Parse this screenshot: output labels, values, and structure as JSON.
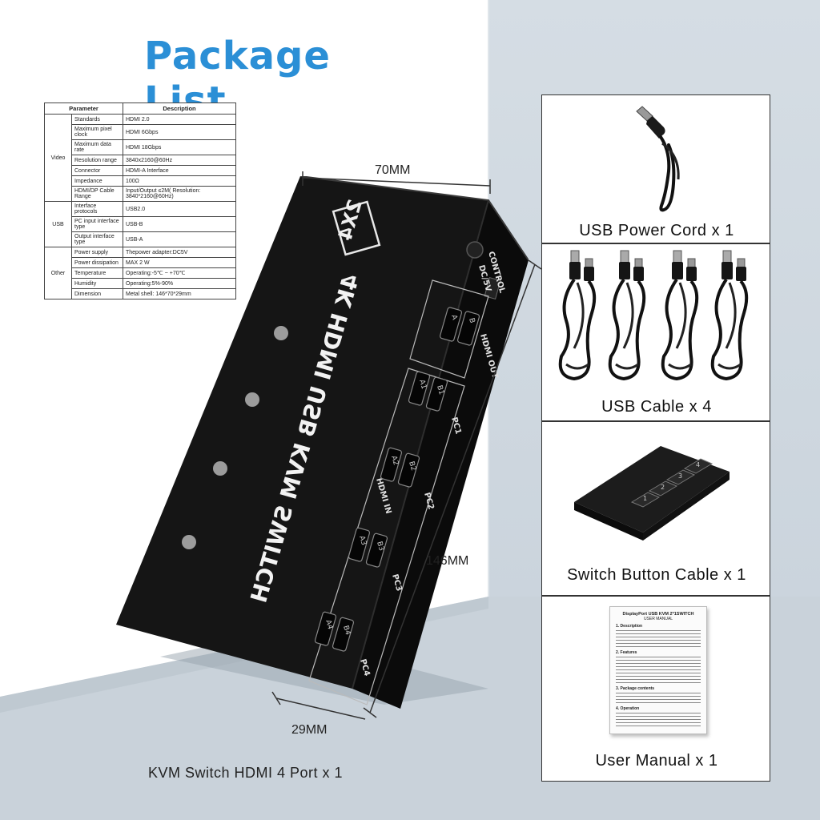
{
  "title": "Package List",
  "spec_table": {
    "headers": [
      "Parameter",
      "Description"
    ],
    "groups": [
      {
        "name": "Video",
        "rows": [
          [
            "Standards",
            "HDMI 2.0"
          ],
          [
            "Maximum pixel clock",
            "HDMI 6Gbps"
          ],
          [
            "Maximum data rate",
            "HDMI 18Gbps"
          ],
          [
            "Resolution range",
            "3840x2160@60Hz"
          ],
          [
            "Connector",
            "HDMI-A      Interface"
          ],
          [
            "Impedance",
            "100Ω"
          ],
          [
            "HDMI/DP Cable Range",
            "Input/Output ≤2M( Resolution: 3840*2160@60Hz)"
          ]
        ]
      },
      {
        "name": "USB",
        "rows": [
          [
            "Interface protocols",
            "USB2.0"
          ],
          [
            "PC input interface type",
            "USB-B"
          ],
          [
            "Output interface type",
            "USB-A"
          ]
        ]
      },
      {
        "name": "Other",
        "rows": [
          [
            "Power supply",
            "Thepower adapter:DC5V"
          ],
          [
            "Power dissipation",
            "MAX 2 W"
          ],
          [
            "Temperature",
            "Operating:-5℃ ~ +70℃"
          ],
          [
            "Humidity",
            "Operating:5%-90%"
          ],
          [
            "Dimension",
            "Metal shell: 146*70*29mm"
          ]
        ]
      }
    ]
  },
  "device": {
    "label_main": "4K HDMI USB KVM SWITCH",
    "label_badge": "2X4",
    "port_dc": "DC/5V",
    "port_control": "CONTROL",
    "port_hdmi_out": "HDMI OUT",
    "port_hdmi_in": "HDMI IN",
    "out_ports": [
      "A",
      "B"
    ],
    "pcs": [
      {
        "name": "PC1",
        "a": "A1",
        "b": "B1"
      },
      {
        "name": "PC2",
        "a": "A2",
        "b": "B2"
      },
      {
        "name": "PC3",
        "a": "A3",
        "b": "B3"
      },
      {
        "name": "PC4",
        "a": "A4",
        "b": "B4"
      }
    ]
  },
  "dimensions": {
    "width": "70MM",
    "length": "146MM",
    "height": "29MM"
  },
  "package_items": [
    {
      "caption": "USB Power Cord x 1",
      "icon": "usb-power-cord-icon"
    },
    {
      "caption": "USB Cable x 4",
      "icon": "usb-cable-icon"
    },
    {
      "caption": "Switch Button Cable x 1",
      "icon": "switch-button-icon"
    },
    {
      "caption": "User Manual x 1",
      "icon": "user-manual-icon"
    }
  ],
  "manual": {
    "title": "DisplayPort USB KVM 2*1SWITCH",
    "subtitle": "USER MANUAL",
    "section1": "1. Description",
    "section2": "2. Features",
    "section3": "3. Package contents",
    "section4": "4. Operation"
  },
  "bottom_caption": "KVM Switch HDMI 4 Port x 1"
}
